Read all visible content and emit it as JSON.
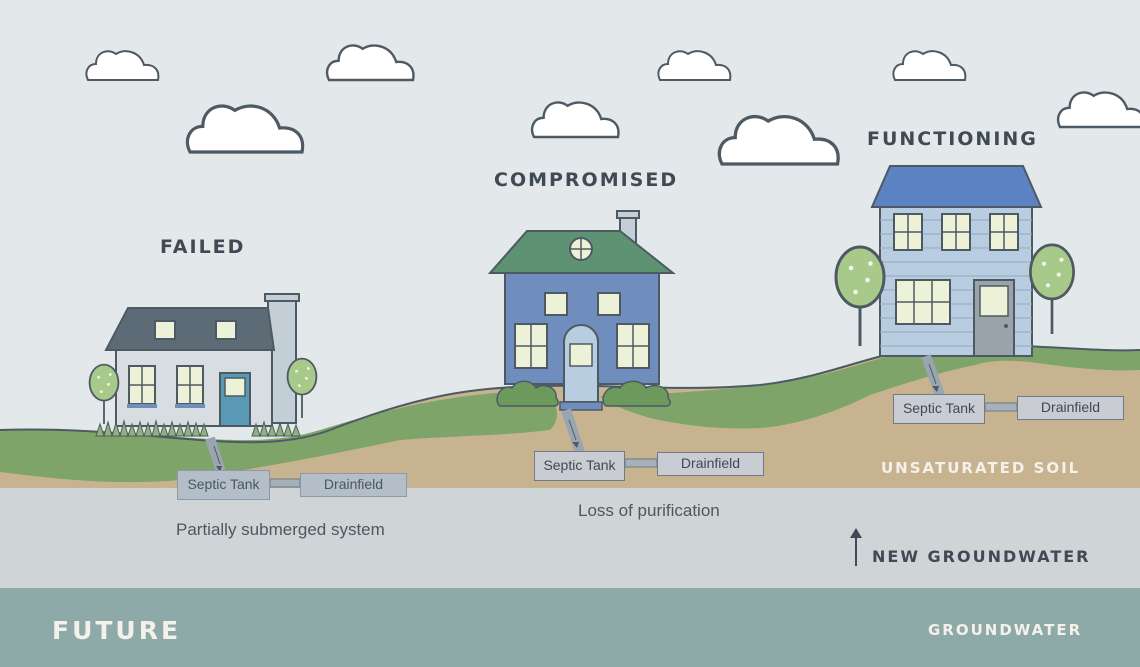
{
  "stages": [
    {
      "title": "FAILED",
      "note": "Partially submerged system",
      "tank": "Septic Tank",
      "field": "Drainfield"
    },
    {
      "title": "COMPROMISED",
      "note": "Loss of purification",
      "tank": "Septic Tank",
      "field": "Drainfield"
    },
    {
      "title": "FUNCTIONING",
      "note": "",
      "tank": "Septic Tank",
      "field": "Drainfield"
    }
  ],
  "layers": {
    "unsaturated": "UNSATURATED SOIL",
    "new_groundwater": "NEW GROUNDWATER",
    "future": "FUTURE",
    "groundwater": "GROUNDWATER"
  },
  "colors": {
    "sky": "#e3e9eb",
    "grass": "#7ea46a",
    "soil": "#c7b38f",
    "new_groundwater": "#cfd4d6",
    "groundwater": "#8eaaa8",
    "house_blue": "#6f8ebd",
    "house_light": "#b9cde1",
    "roof_green": "#5f9272",
    "roof_slate": "#5c6b75",
    "roof_blue": "#5c82c4",
    "window": "#ecf1d8"
  },
  "icons": [
    "cloud-icon",
    "tree-icon",
    "arrow-up-icon",
    "house-icon"
  ]
}
